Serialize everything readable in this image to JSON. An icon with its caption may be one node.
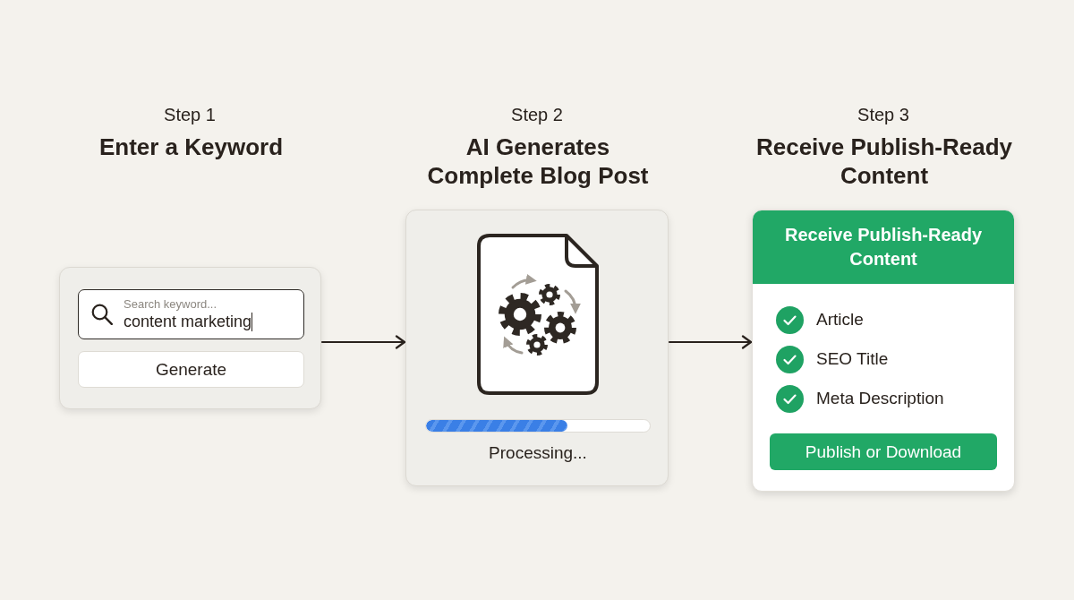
{
  "diagram": {
    "nodes": [
      {
        "text": [
          "Enter a Keyword"
        ]
      },
      {
        "text": [
          "Search keyword...",
          "content marketing"
        ],
        "in": 0
      },
      {
        "text": [
          "Generate"
        ],
        "in": 0
      },
      {
        "text": [
          "AI Generates Complete Blog Post",
          "Processing..."
        ]
      },
      {
        "text": [
          "Receive Publish-Ready Content",
          "Article",
          "SEO Title",
          "Meta Description"
        ]
      },
      {
        "text": [
          "Receive Publish-Ready Content"
        ],
        "in": 4
      },
      {
        "text": [
          "Publish or Download"
        ],
        "in": 4
      }
    ],
    "edges": [
      {
        "from": 0,
        "to": 3,
        "arrow": "to"
      },
      {
        "from": 3,
        "to": 4,
        "arrow": "to"
      }
    ],
    "labels": [
      "Step 1",
      "Step 2",
      "Step 3"
    ]
  }
}
